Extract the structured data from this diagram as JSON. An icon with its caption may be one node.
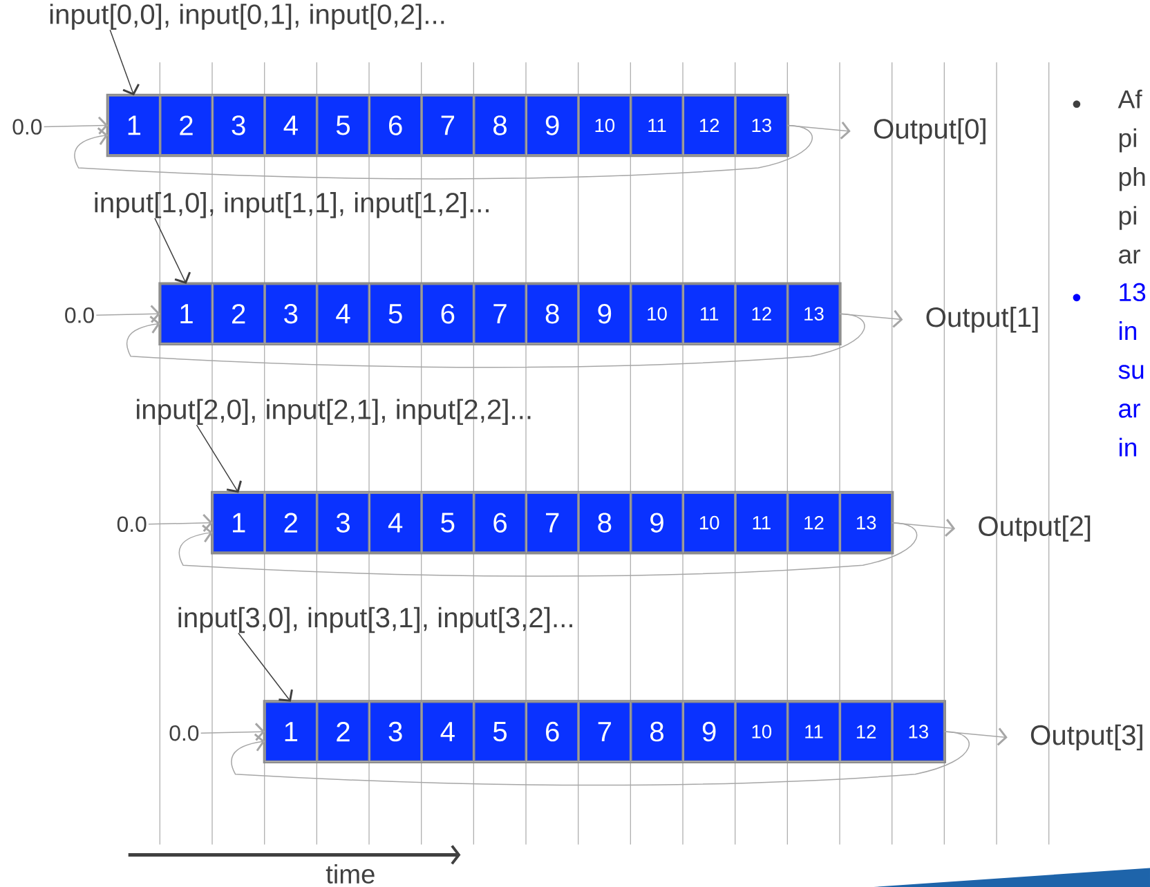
{
  "diagram": {
    "nodes": [
      {
        "text": [
          "input[0,0], input[0,1], input[0,2]..."
        ]
      },
      {
        "text": [
          "0.0"
        ]
      },
      {
        "text": [],
        "shape": "box"
      },
      {
        "text": [
          "1"
        ],
        "in": 2
      },
      {
        "text": [
          "2"
        ],
        "in": 2
      },
      {
        "text": [
          "3"
        ],
        "in": 2
      },
      {
        "text": [
          "4"
        ],
        "in": 2
      },
      {
        "text": [
          "5"
        ],
        "in": 2
      },
      {
        "text": [
          "6"
        ],
        "in": 2
      },
      {
        "text": [
          "7"
        ],
        "in": 2
      },
      {
        "text": [
          "8"
        ],
        "in": 2
      },
      {
        "text": [
          "9"
        ],
        "in": 2
      },
      {
        "text": [
          "10"
        ],
        "in": 2
      },
      {
        "text": [
          "11"
        ],
        "in": 2
      },
      {
        "text": [
          "12"
        ],
        "in": 2
      },
      {
        "text": [
          "13"
        ],
        "in": 2
      },
      {
        "text": [
          "Output[0]"
        ]
      },
      {
        "text": [
          "input[1,0], input[1,1], input[1,2]..."
        ]
      },
      {
        "text": [
          "0.0"
        ]
      },
      {
        "text": [],
        "shape": "box"
      },
      {
        "text": [
          "1"
        ],
        "in": 19
      },
      {
        "text": [
          "2"
        ],
        "in": 19
      },
      {
        "text": [
          "3"
        ],
        "in": 19
      },
      {
        "text": [
          "4"
        ],
        "in": 19
      },
      {
        "text": [
          "5"
        ],
        "in": 19
      },
      {
        "text": [
          "6"
        ],
        "in": 19
      },
      {
        "text": [
          "7"
        ],
        "in": 19
      },
      {
        "text": [
          "8"
        ],
        "in": 19
      },
      {
        "text": [
          "9"
        ],
        "in": 19
      },
      {
        "text": [
          "10"
        ],
        "in": 19
      },
      {
        "text": [
          "11"
        ],
        "in": 19
      },
      {
        "text": [
          "12"
        ],
        "in": 19
      },
      {
        "text": [
          "13"
        ],
        "in": 19
      },
      {
        "text": [
          "Output[1]"
        ]
      },
      {
        "text": [
          "input[2,0], input[2,1], input[2,2]..."
        ]
      },
      {
        "text": [
          "0.0"
        ]
      },
      {
        "text": [],
        "shape": "box"
      },
      {
        "text": [
          "1"
        ],
        "in": 36
      },
      {
        "text": [
          "2"
        ],
        "in": 36
      },
      {
        "text": [
          "3"
        ],
        "in": 36
      },
      {
        "text": [
          "4"
        ],
        "in": 36
      },
      {
        "text": [
          "5"
        ],
        "in": 36
      },
      {
        "text": [
          "6"
        ],
        "in": 36
      },
      {
        "text": [
          "7"
        ],
        "in": 36
      },
      {
        "text": [
          "8"
        ],
        "in": 36
      },
      {
        "text": [
          "9"
        ],
        "in": 36
      },
      {
        "text": [
          "10"
        ],
        "in": 36
      },
      {
        "text": [
          "11"
        ],
        "in": 36
      },
      {
        "text": [
          "12"
        ],
        "in": 36
      },
      {
        "text": [
          "13"
        ],
        "in": 36
      },
      {
        "text": [
          "Output[2]"
        ]
      },
      {
        "text": [
          "input[3,0], input[3,1], input[3,2]..."
        ]
      },
      {
        "text": [
          "0.0"
        ]
      },
      {
        "text": [],
        "shape": "box"
      },
      {
        "text": [
          "1"
        ],
        "in": 53
      },
      {
        "text": [
          "2"
        ],
        "in": 53
      },
      {
        "text": [
          "3"
        ],
        "in": 53
      },
      {
        "text": [
          "4"
        ],
        "in": 53
      },
      {
        "text": [
          "5"
        ],
        "in": 53
      },
      {
        "text": [
          "6"
        ],
        "in": 53
      },
      {
        "text": [
          "7"
        ],
        "in": 53
      },
      {
        "text": [
          "8"
        ],
        "in": 53
      },
      {
        "text": [
          "9"
        ],
        "in": 53
      },
      {
        "text": [
          "10"
        ],
        "in": 53
      },
      {
        "text": [
          "11"
        ],
        "in": 53
      },
      {
        "text": [
          "12"
        ],
        "in": 53
      },
      {
        "text": [
          "13"
        ],
        "in": 53
      },
      {
        "text": [
          "Output[3]"
        ]
      }
    ],
    "edges": [
      {
        "from": 0,
        "to": 3,
        "arrow": "to",
        "color": "#404040"
      },
      {
        "from": 1,
        "to": 3,
        "arrow": "to"
      },
      {
        "from": 15,
        "to": 16,
        "arrow": "to"
      },
      {
        "from": 15,
        "to": 3,
        "arrow": "to"
      },
      {
        "from": 17,
        "to": 20,
        "arrow": "to",
        "color": "#404040"
      },
      {
        "from": 18,
        "to": 20,
        "arrow": "to"
      },
      {
        "from": 32,
        "to": 33,
        "arrow": "to"
      },
      {
        "from": 32,
        "to": 20,
        "arrow": "to"
      },
      {
        "from": 34,
        "to": 37,
        "arrow": "to",
        "color": "#404040"
      },
      {
        "from": 35,
        "to": 37,
        "arrow": "to"
      },
      {
        "from": 49,
        "to": 50,
        "arrow": "to"
      },
      {
        "from": 49,
        "to": 37,
        "arrow": "to"
      },
      {
        "from": 51,
        "to": 54,
        "arrow": "to",
        "color": "#404040"
      },
      {
        "from": 52,
        "to": 54,
        "arrow": "to"
      },
      {
        "from": 66,
        "to": 67,
        "arrow": "to"
      },
      {
        "from": 66,
        "to": 54,
        "arrow": "to"
      }
    ],
    "labels": [
      "Af pi ph pi ar",
      "13 in su ar in",
      "time"
    ]
  }
}
